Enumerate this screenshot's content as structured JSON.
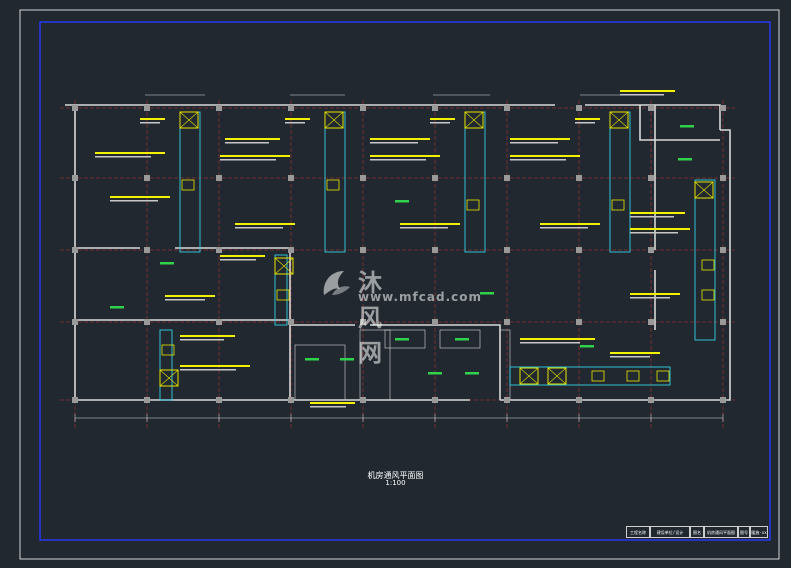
{
  "drawing": {
    "title": "机房通风平面图",
    "scale": "1:100"
  },
  "watermark": {
    "brand": "沐风网",
    "url": "www.mfcad.com"
  },
  "title_block": {
    "cells": [
      "工程名称",
      "建设单位/设计",
      "图名",
      "机房通风平面图",
      "图号",
      "暖施-xx"
    ]
  },
  "colors": {
    "background": "#212830",
    "walls": "#dcdcdc",
    "axis": "#d23a3a",
    "ducts": "#35d0e8",
    "fans": "#e6e600",
    "labels": "#f2f200",
    "room_text": "#2fd24a"
  }
}
